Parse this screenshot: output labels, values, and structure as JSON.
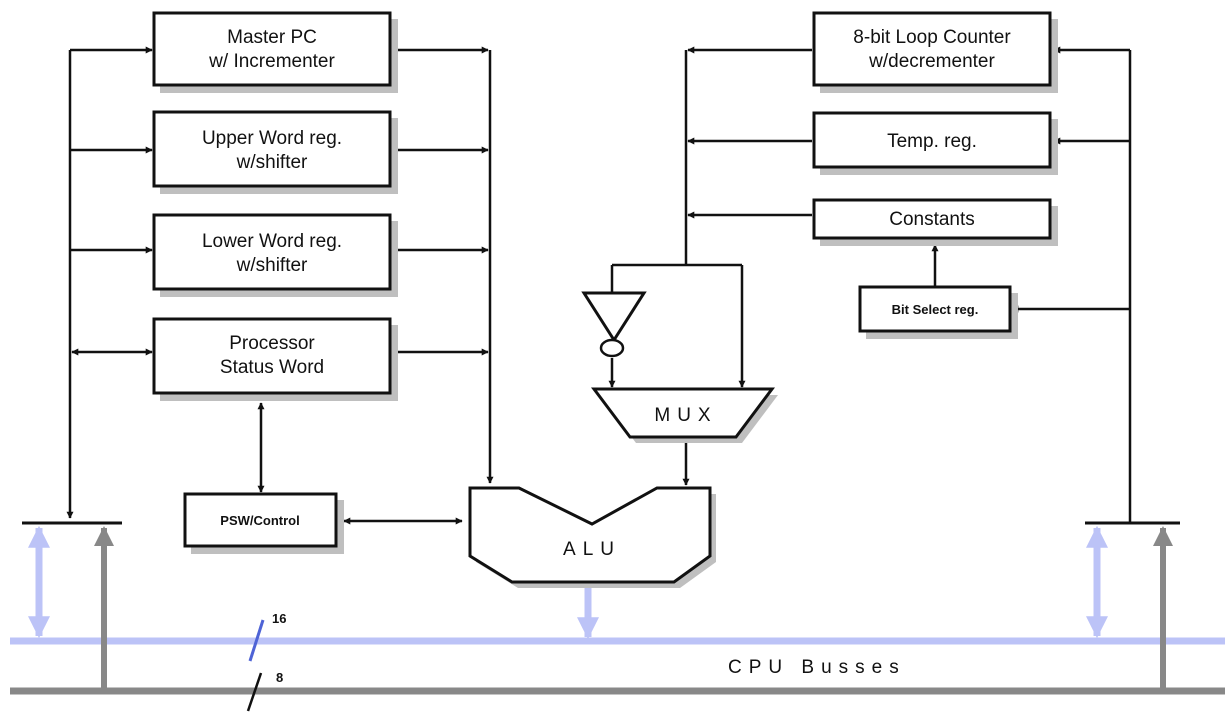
{
  "colors": {
    "ink": "#111111",
    "shadow": "#bfbfbf",
    "bus_16": "#bcc3f7",
    "bus_16_tick": "#4e63d6",
    "bus_8": "#888888"
  },
  "blocks": {
    "master_pc": [
      "Master PC",
      "w/ Incrementer"
    ],
    "upper_word": [
      "Upper Word reg.",
      "w/shifter"
    ],
    "lower_word": [
      "Lower Word reg.",
      "w/shifter"
    ],
    "psw": [
      "Processor",
      "Status Word"
    ],
    "psw_control": "PSW/Control",
    "loop_counter": [
      "8-bit Loop Counter",
      "w/decrementer"
    ],
    "temp_reg": "Temp. reg.",
    "constants": "Constants",
    "bit_select": "Bit Select reg.",
    "mux": "MUX",
    "alu": "ALU"
  },
  "bus": {
    "label": "CPU Busses",
    "width_16": "16",
    "width_8": "8"
  }
}
